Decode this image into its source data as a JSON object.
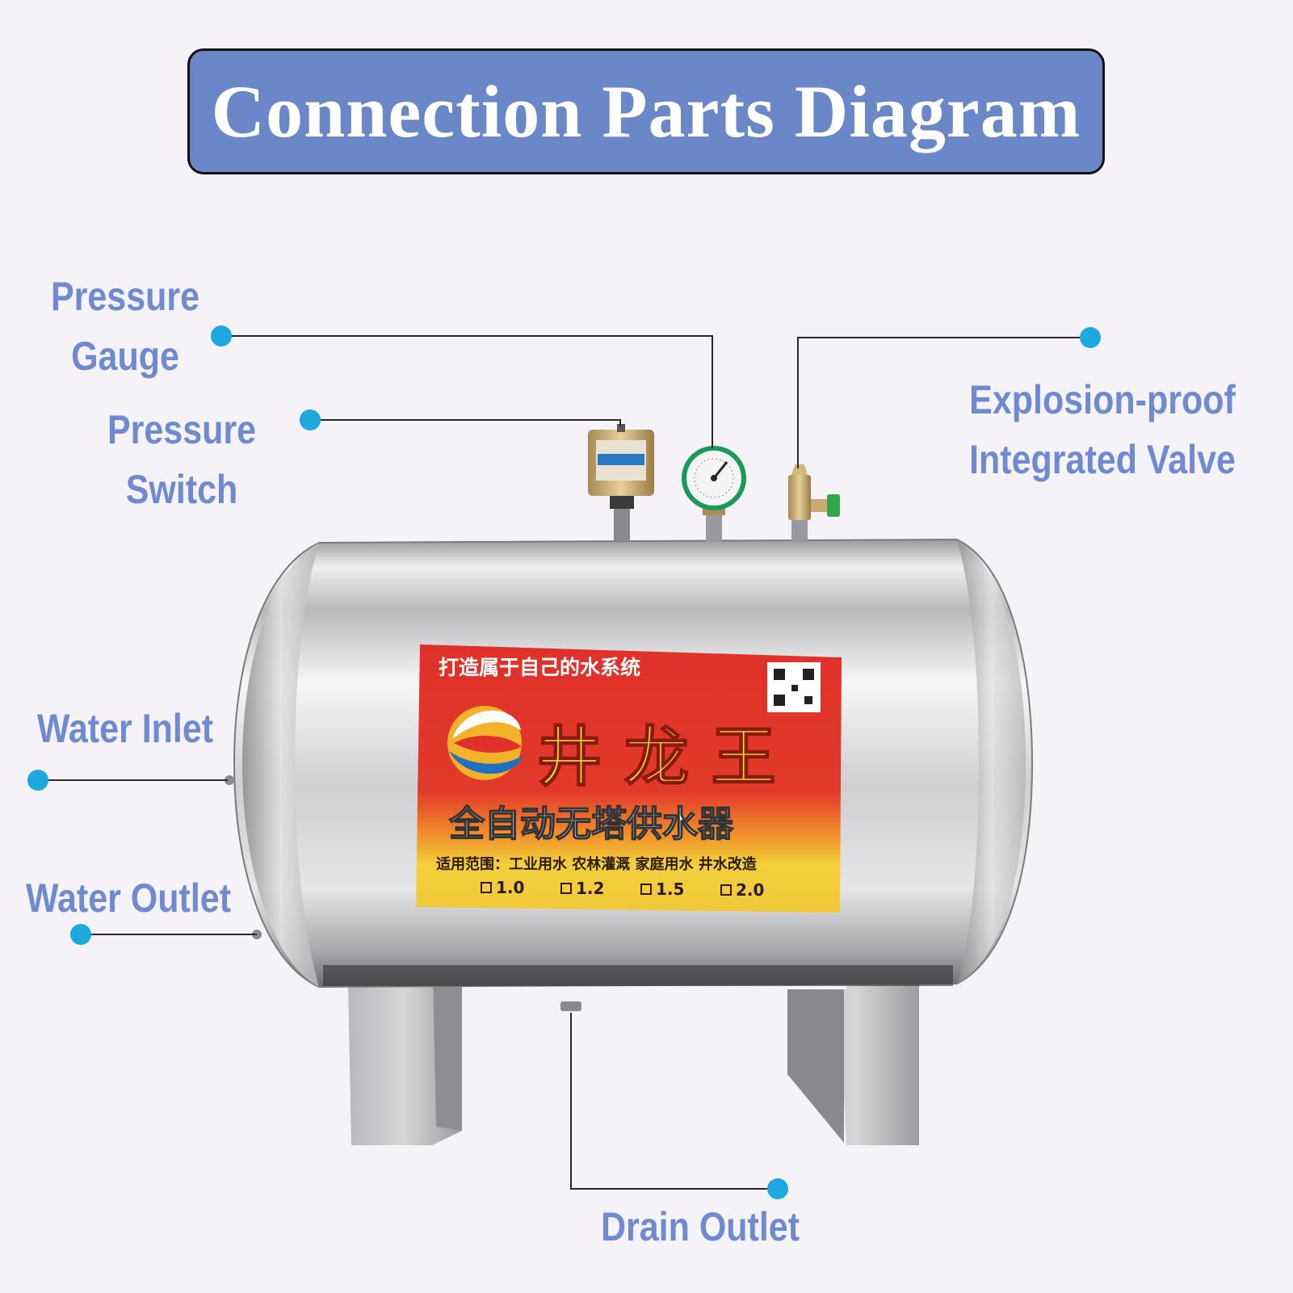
{
  "title": "Connection Parts Diagram",
  "callouts": {
    "pressure_gauge": [
      "Pressure",
      "Gauge"
    ],
    "pressure_switch": [
      "Pressure",
      "Switch"
    ],
    "explosion_valve": [
      "Explosion-proof",
      "Integrated Valve"
    ],
    "water_inlet": "Water Inlet",
    "water_outlet": "Water Outlet",
    "drain_outlet": "Drain Outlet"
  },
  "tank_label": {
    "slogan": "打造属于自己的水系统",
    "brand": "井 龙 王",
    "product": "全自动无塔供水器",
    "usage": "适用范围：工业用水  农林灌溉  家庭用水  井水改造",
    "options": [
      "1.0",
      "1.2",
      "1.5",
      "2.0"
    ]
  },
  "colors": {
    "title_bg": "#6a88c8",
    "label_text": "#6f8ad0",
    "dot": "#1ea8e0",
    "sticker_red": "#e0302a",
    "sticker_yellow": "#f3d03a"
  }
}
